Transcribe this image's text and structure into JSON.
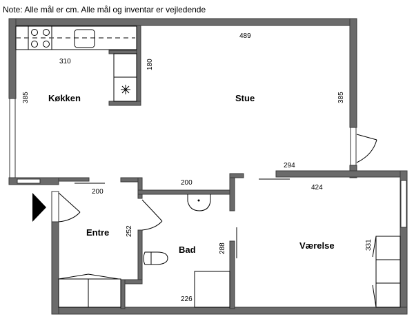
{
  "note": "Note: Alle mål er cm. Alle mål og inventar er vejledende",
  "rooms": {
    "kitchen": "Køkken",
    "living": "Stue",
    "entrance": "Entre",
    "bathroom": "Bad",
    "bedroom": "Værelse"
  },
  "dimensions": {
    "kitchen_width": "310",
    "kitchen_depth": "180",
    "kitchen_height": "385",
    "living_width": "489",
    "living_height": "385",
    "living_lower": "294",
    "entrance_width": "200",
    "entrance_height": "252",
    "bath_top": "200",
    "bath_height": "288",
    "bath_bottom": "226",
    "bedroom_width": "424",
    "bedroom_height": "331"
  }
}
